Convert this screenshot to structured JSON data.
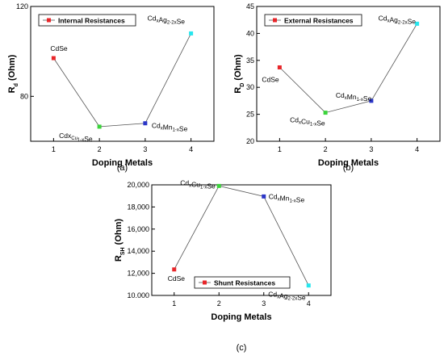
{
  "chart_data": [
    {
      "type": "line",
      "panel_label": "(a)",
      "xlabel": "Doping Metals",
      "ylabel": "R",
      "ylabel_sub": "d",
      "ylabel_unit": " (Ohm)",
      "xlim": [
        0.5,
        4.5
      ],
      "ylim": [
        60,
        120
      ],
      "x_ticks": [
        1,
        2,
        3,
        4
      ],
      "y_ticks": [
        80,
        120
      ],
      "legend": "Internal Resistances",
      "legend_position": "top-left",
      "x": [
        1,
        2,
        3,
        4
      ],
      "values": [
        97,
        66.5,
        68,
        108
      ],
      "point_colors": [
        "#e8262a",
        "#3bd43b",
        "#2b36c8",
        "#27e6ee"
      ],
      "point_labels": [
        {
          "base": "CdSe",
          "parts": []
        },
        {
          "base": "Cd",
          "parts": [
            [
              "x",
              ""
            ],
            [
              "Cu",
              "sub"
            ],
            [
              "1-x",
              "sub"
            ],
            [
              "Se",
              ""
            ]
          ]
        },
        {
          "base": "Cd",
          "parts": [
            [
              "x",
              "sub"
            ],
            [
              "Mn",
              "",
              ""
            ],
            [
              "1-x",
              "sub"
            ],
            [
              "Se",
              ""
            ]
          ]
        },
        {
          "base": "Cd",
          "parts": [
            [
              "x",
              "sub"
            ],
            [
              "Ag",
              "",
              ""
            ],
            [
              "2-2x",
              "sub"
            ],
            [
              "Se",
              ""
            ]
          ]
        }
      ]
    },
    {
      "type": "line",
      "panel_label": "(b)",
      "xlabel": "Doping Metals",
      "ylabel": "R",
      "ylabel_sub": "D",
      "ylabel_unit": " (Ohm)",
      "xlim": [
        0.5,
        4.5
      ],
      "ylim": [
        20,
        45
      ],
      "x_ticks": [
        1,
        2,
        3,
        4
      ],
      "y_ticks": [
        20,
        25,
        30,
        35,
        40,
        45
      ],
      "legend": "External Resistances",
      "legend_position": "top-left",
      "x": [
        1,
        2,
        3,
        4
      ],
      "values": [
        33.7,
        25.3,
        27.5,
        41.8
      ],
      "point_colors": [
        "#e8262a",
        "#3bd43b",
        "#2b36c8",
        "#27e6ee"
      ],
      "point_labels": [
        {
          "base": "CdSe",
          "parts": []
        },
        {
          "base": "Cd",
          "parts": [
            [
              "x",
              "sub"
            ],
            [
              "Cu",
              ""
            ],
            [
              "1-x",
              "sub"
            ],
            [
              "Se",
              ""
            ]
          ]
        },
        {
          "base": "Cd",
          "parts": [
            [
              "x",
              "sub"
            ],
            [
              "Mn",
              ""
            ],
            [
              "1-x",
              "sub"
            ],
            [
              "Se",
              ""
            ]
          ]
        },
        {
          "base": "Cd",
          "parts": [
            [
              "x",
              "sub"
            ],
            [
              "Ag",
              ""
            ],
            [
              "2-2x",
              "sub"
            ],
            [
              "Se",
              ""
            ]
          ]
        }
      ]
    },
    {
      "type": "line",
      "panel_label": "(c)",
      "xlabel": "Doping Metals",
      "ylabel": "R",
      "ylabel_sub": "SH",
      "ylabel_unit": " (Ohm)",
      "xlim": [
        0.5,
        4.5
      ],
      "ylim": [
        10000,
        20000
      ],
      "x_ticks": [
        1,
        2,
        3,
        4
      ],
      "y_ticks": [
        10000,
        12000,
        14000,
        16000,
        18000,
        20000
      ],
      "y_tick_labels": [
        "10.000",
        "12,000",
        "14,000",
        "16,000",
        "18,000",
        "20,000"
      ],
      "legend": "Shunt Resistances",
      "legend_position": "center-left",
      "x": [
        1,
        2,
        3,
        4
      ],
      "values": [
        12350,
        19900,
        18950,
        10900
      ],
      "point_colors": [
        "#e8262a",
        "#3bd43b",
        "#2b36c8",
        "#27e6ee"
      ],
      "point_labels": [
        {
          "base": "CdSe",
          "parts": []
        },
        {
          "base": "Cd",
          "parts": [
            [
              "x",
              "sub"
            ],
            [
              "Cu",
              ""
            ],
            [
              "1-x",
              "sub"
            ],
            [
              "Se",
              ""
            ]
          ]
        },
        {
          "base": "Cd",
          "parts": [
            [
              "x",
              "sub"
            ],
            [
              "Mn",
              ""
            ],
            [
              "1-x",
              "sub"
            ],
            [
              "Se",
              ""
            ]
          ]
        },
        {
          "base": "Cd",
          "parts": [
            [
              "x",
              "sub"
            ],
            [
              "Ag",
              ""
            ],
            [
              "2-2x",
              "sub"
            ],
            [
              "Se",
              ""
            ]
          ]
        }
      ]
    }
  ]
}
